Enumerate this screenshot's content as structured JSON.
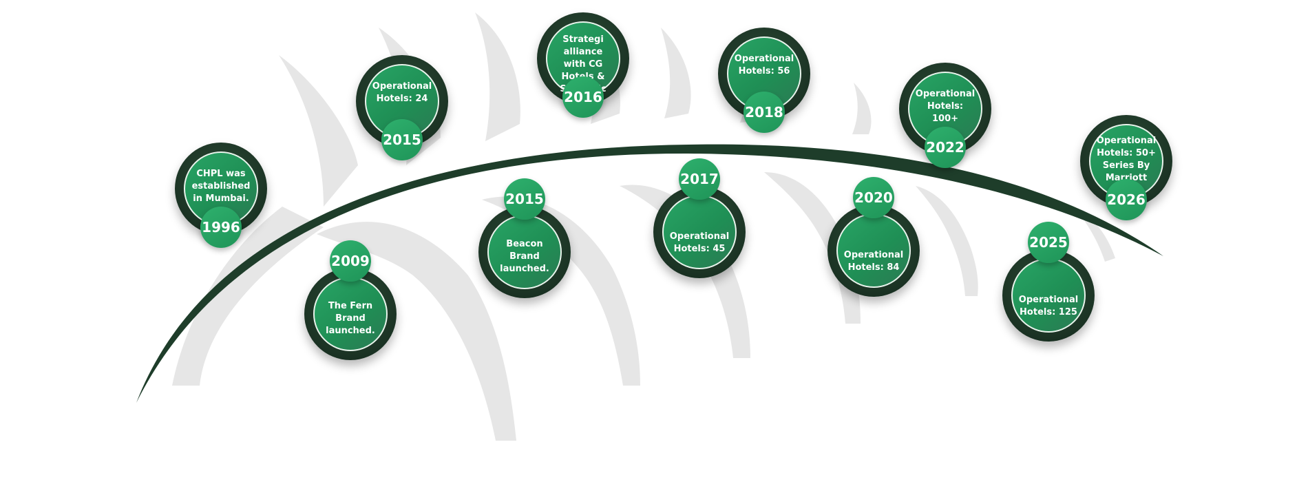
{
  "milestones": [
    {
      "year": "1996",
      "text": "CHPL was established in Mumbai.",
      "position": "above"
    },
    {
      "year": "2009",
      "text": "The Fern Brand launched.",
      "position": "below"
    },
    {
      "year": "2015",
      "text": "Operational Hotels: 24",
      "position": "above"
    },
    {
      "year": "2015",
      "text": "Beacon Brand launched.",
      "position": "below"
    },
    {
      "year": "2016",
      "text": "Strategi alliance with CG Hotels & Strategic",
      "position": "above"
    },
    {
      "year": "2017",
      "text": "Operational Hotels: 45",
      "position": "below"
    },
    {
      "year": "2018",
      "text": "Operational Hotels: 56",
      "position": "above"
    },
    {
      "year": "2020",
      "text": "Operational Hotels: 84",
      "position": "below"
    },
    {
      "year": "2022",
      "text": "Operational Hotels: 100+",
      "position": "above"
    },
    {
      "year": "2025",
      "text": "Operational Hotels: 125",
      "position": "below"
    },
    {
      "year": "2026",
      "text": "Operational Hotels: 50+ Series By Marriott",
      "position": "above"
    }
  ],
  "colors": {
    "arc": "#1e3d2a",
    "ring": "#1b3324",
    "circle_fill": "#23985c",
    "badge_fill": "#28a465",
    "leaf_watermark": "#e6e6e6"
  }
}
